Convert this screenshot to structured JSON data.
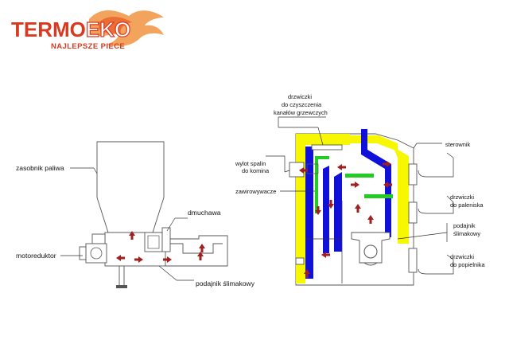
{
  "logo": {
    "brand_prefix": "TERMO",
    "brand_suffix": "EKO",
    "tagline": "NAJLEPSZE PIECE"
  },
  "feeder_labels": {
    "fuel_hopper": "zasobnik paliwa",
    "blower": "dmuchawa",
    "motor_reducer": "motoreduktor",
    "screw_feeder": "podajnik ślimakowy"
  },
  "boiler_labels": {
    "cleaning_door": [
      "drzwiczki",
      "do czyszczenia",
      "kanałów grzewczych"
    ],
    "controller": "sterownik",
    "flue_outlet": [
      "wylot spalin",
      "do komina"
    ],
    "swirlers": "zawirowywacze",
    "furnace_door": [
      "drzwiczki",
      "do paleniska"
    ],
    "screw_feeder": [
      "podajnik",
      "ślimakowy"
    ],
    "ash_door": [
      "drzwiczki",
      "do popielnika"
    ]
  },
  "colors": {
    "brand": "#d8391f",
    "flame_light": "#f29a4a",
    "insulation_yellow": "#f7f700",
    "water_jacket_blue": "#1010d8",
    "baffle_green": "#22cc22",
    "flow_arrow": "#a01f1f"
  }
}
